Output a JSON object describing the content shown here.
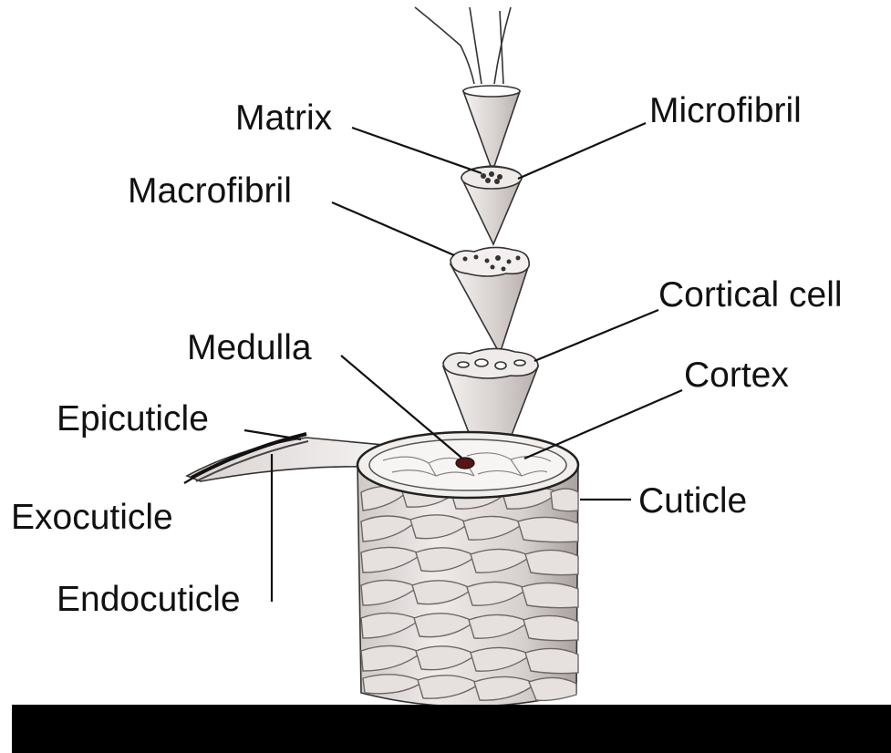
{
  "labels": {
    "matrix": "Matrix",
    "microfibril": "Microfibril",
    "macrofibril": "Macrofibril",
    "cortical_cell": "Cortical cell",
    "medulla": "Medulla",
    "cortex": "Cortex",
    "epicuticle": "Epicuticle",
    "exocuticle": "Exocuticle",
    "cuticle": "Cuticle",
    "endocuticle": "Endocuticle"
  },
  "colors": {
    "header_text": "#1f5a8a",
    "bar": "#000000",
    "ink": "#111111",
    "scale_fill": "#e8e4e2",
    "scale_shadow": "#9a9292",
    "cone_fill": "#e6e2e0",
    "medulla": "#5a1414"
  }
}
